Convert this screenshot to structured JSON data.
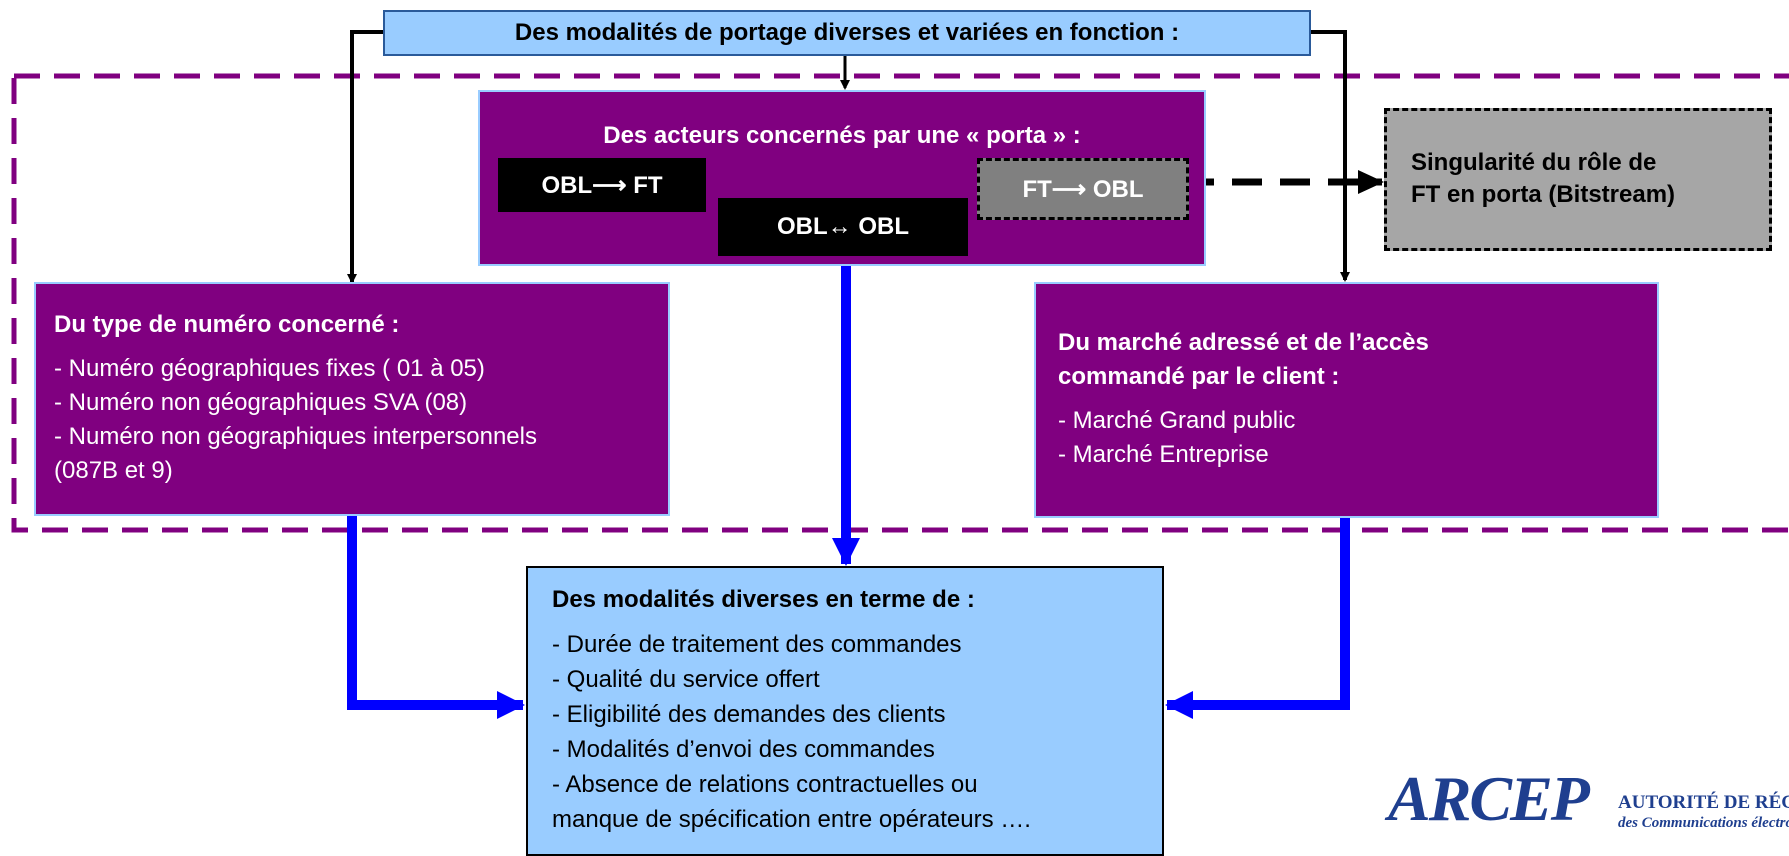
{
  "top_box": "Des modalités de portage diverses et variées en fonction :",
  "acteurs": {
    "title": "Des acteurs concernés par une « porta » :",
    "obl_ft": "OBL⟶ FT",
    "obl_obl": "OBL↔ OBL",
    "ft_obl": "FT⟶ OBL"
  },
  "singularite": {
    "line1": "Singularité du rôle de",
    "line2": "FT en porta (Bitstream)"
  },
  "type_numero": {
    "title": "Du type de numéro concerné :",
    "items": [
      "- Numéro géographiques fixes ( 01 à 05)",
      "- Numéro non géographiques SVA (08)",
      "- Numéro non géographiques interpersonnels",
      "(087B et 9)"
    ]
  },
  "marche": {
    "title_line1": "Du marché adressé et de l’accès",
    "title_line2": "commandé par le client :",
    "items": [
      "- Marché Grand public",
      "- Marché Entreprise"
    ]
  },
  "modalites": {
    "title": "Des modalités diverses en terme de :",
    "items": [
      "- Durée de traitement des commandes",
      "- Qualité du service offert",
      "- Eligibilité des demandes des clients",
      "- Modalités d’envoi des commandes",
      "- Absence de relations contractuelles ou",
      "manque de spécification entre opérateurs …."
    ]
  },
  "logo": {
    "name": "ARCEP",
    "subtitle1": "AUTORITÉ DE RÉGUL",
    "subtitle2": "des Communications électron"
  },
  "colors": {
    "purple": "#800080",
    "light_blue": "#99ccff",
    "arrow_blue": "#0000ff",
    "dashed_frame": "#800080",
    "grey": "#808080"
  }
}
